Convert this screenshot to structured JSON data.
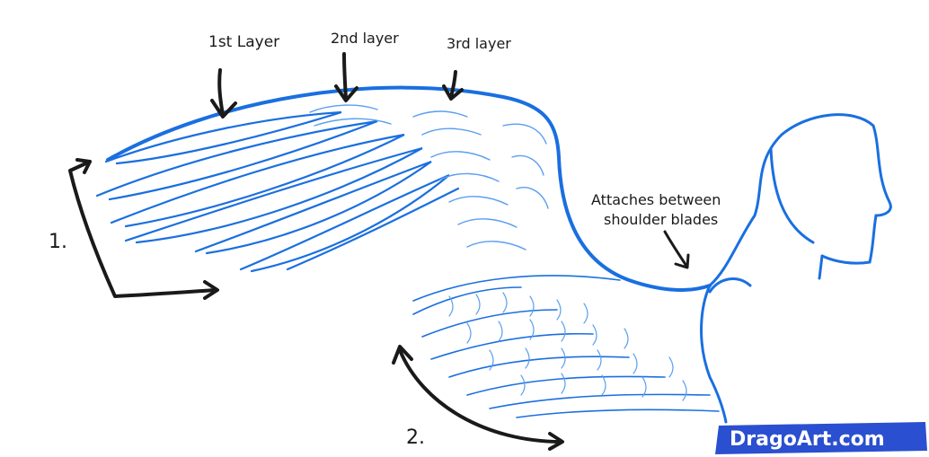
{
  "labels": {
    "layer1": "1st Layer",
    "layer2": "2nd layer",
    "layer3": "3rd layer",
    "attach_line1": "Attaches between",
    "attach_line2": "shoulder blades",
    "step1": "1.",
    "step2": "2."
  },
  "watermark": {
    "text": "DragoArt.com"
  },
  "colors": {
    "outline": "#1a6fe0",
    "feather": "#5a9ef0",
    "ink": "#1a1a1a",
    "watermark_bg": "#2a4fd0",
    "watermark_text": "#ffffff"
  },
  "icons": {
    "arrows": "hand-drawn-arrow"
  }
}
